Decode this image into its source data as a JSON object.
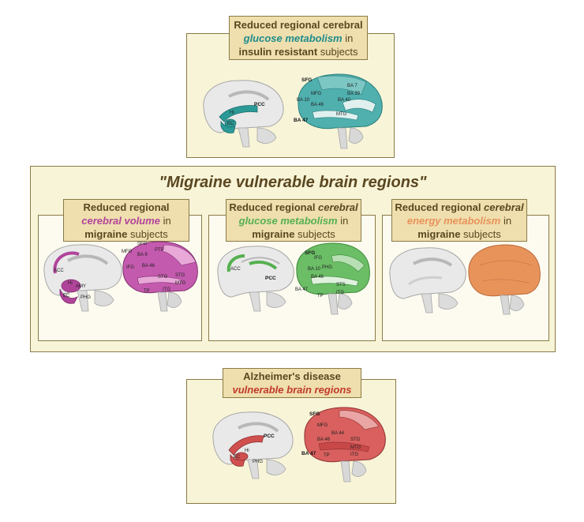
{
  "top": {
    "line1": "Reduced regional cerebral",
    "line2_a": "glucose",
    "line2_b": "metabolism",
    "line2_c": " in",
    "line3_a": "insulin resistant",
    "line3_b": " subjects",
    "color": "#1e8c8c",
    "medial_labels": [
      "PCC",
      "Hi",
      "EC"
    ],
    "lateral_labels": [
      "SFG",
      "MFG",
      "BA 10",
      "BA 46",
      "BA 47",
      "BA 7",
      "BA 39",
      "BA 40",
      "MTG"
    ]
  },
  "migraine": {
    "title": "\"Migraine vulnerable brain regions\"",
    "volume": {
      "line1": "Reduced regional",
      "line2_a": "cerebral volume",
      "line2_b": " in",
      "line3_a": "migraine",
      "line3_b": " subjects",
      "color": "#b0449a",
      "medial_labels": [
        "ACC",
        "Hi",
        "AMY",
        "EC",
        "PHG"
      ],
      "lateral_labels": [
        "SFG",
        "MFG",
        "BA 9",
        "PTP",
        "BA 46",
        "IFG",
        "STG",
        "STG",
        "MTG",
        "ITG",
        "TP"
      ]
    },
    "glucose": {
      "line1_a": "Reduced regional",
      "line1_b": " cerebral",
      "line2_a": "glucose",
      "line2_b": "metabolism",
      "line2_c": " in",
      "line3_a": "migraine",
      "line3_b": " subjects",
      "color": "#55b050",
      "medial_labels": [
        "ACC",
        "PCC"
      ],
      "lateral_labels": [
        "SFG",
        "IFG",
        "BA 10",
        "PHG",
        "BA 46",
        "BA 47",
        "STS",
        "ITG",
        "TP"
      ]
    },
    "energy": {
      "line1_a": "Reduced regional",
      "line1_b": " cerebral",
      "line2_a": "energy metabolism",
      "line2_b": " in",
      "line3_a": "migraine",
      "line3_b": " subjects",
      "color": "#e8935a"
    }
  },
  "alzheimer": {
    "line1": "Alzheimer's disease",
    "line2": "vulnerable brain regions",
    "color": "#d0504f",
    "medial_labels": [
      "PCC",
      "Hi",
      "EC",
      "PHG"
    ],
    "lateral_labels": [
      "SFG",
      "MFG",
      "BA 44",
      "BA 46",
      "BA 47",
      "STG",
      "MTG",
      "ITG",
      "TP"
    ]
  }
}
